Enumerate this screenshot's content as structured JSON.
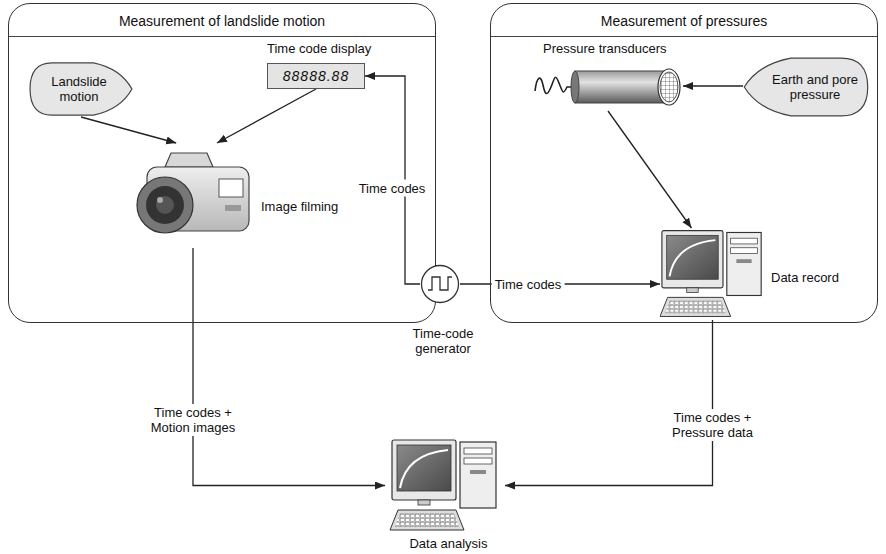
{
  "diagram": {
    "nodes": [
      {
        "text": [
          "Measurement of landslide motion"
        ]
      },
      {
        "text": [
          "Measurement of pressures"
        ]
      },
      {
        "text": [
          "Landslide motion"
        ],
        "in": 0
      },
      {
        "text": [
          "Time code display",
          "88888.88"
        ],
        "in": 0
      },
      {
        "text": [
          "Image filming"
        ],
        "in": 0
      },
      {
        "text": [
          "Time-code generator"
        ]
      },
      {
        "text": [
          "Earth and pore pressure"
        ],
        "in": 1
      },
      {
        "text": [
          "Pressure transducers"
        ],
        "in": 1
      },
      {
        "text": [
          "Data record"
        ],
        "in": 1
      },
      {
        "text": [
          "Data analysis"
        ]
      }
    ],
    "edges": [
      {
        "from": 2,
        "to": 4,
        "arrow": "to"
      },
      {
        "from": 3,
        "to": 4,
        "arrow": "to"
      },
      {
        "from": 5,
        "to": 3,
        "label": "Time codes",
        "arrow": "to"
      },
      {
        "from": 5,
        "to": 8,
        "label": "Time codes",
        "arrow": "to"
      },
      {
        "from": 6,
        "to": 7,
        "arrow": "to"
      },
      {
        "from": 7,
        "to": 8,
        "arrow": "to"
      },
      {
        "from": 4,
        "to": 9,
        "label": "Time codes + Motion images",
        "arrow": "to"
      },
      {
        "from": 8,
        "to": 9,
        "label": "Time codes + Pressure data",
        "arrow": "to"
      }
    ]
  }
}
